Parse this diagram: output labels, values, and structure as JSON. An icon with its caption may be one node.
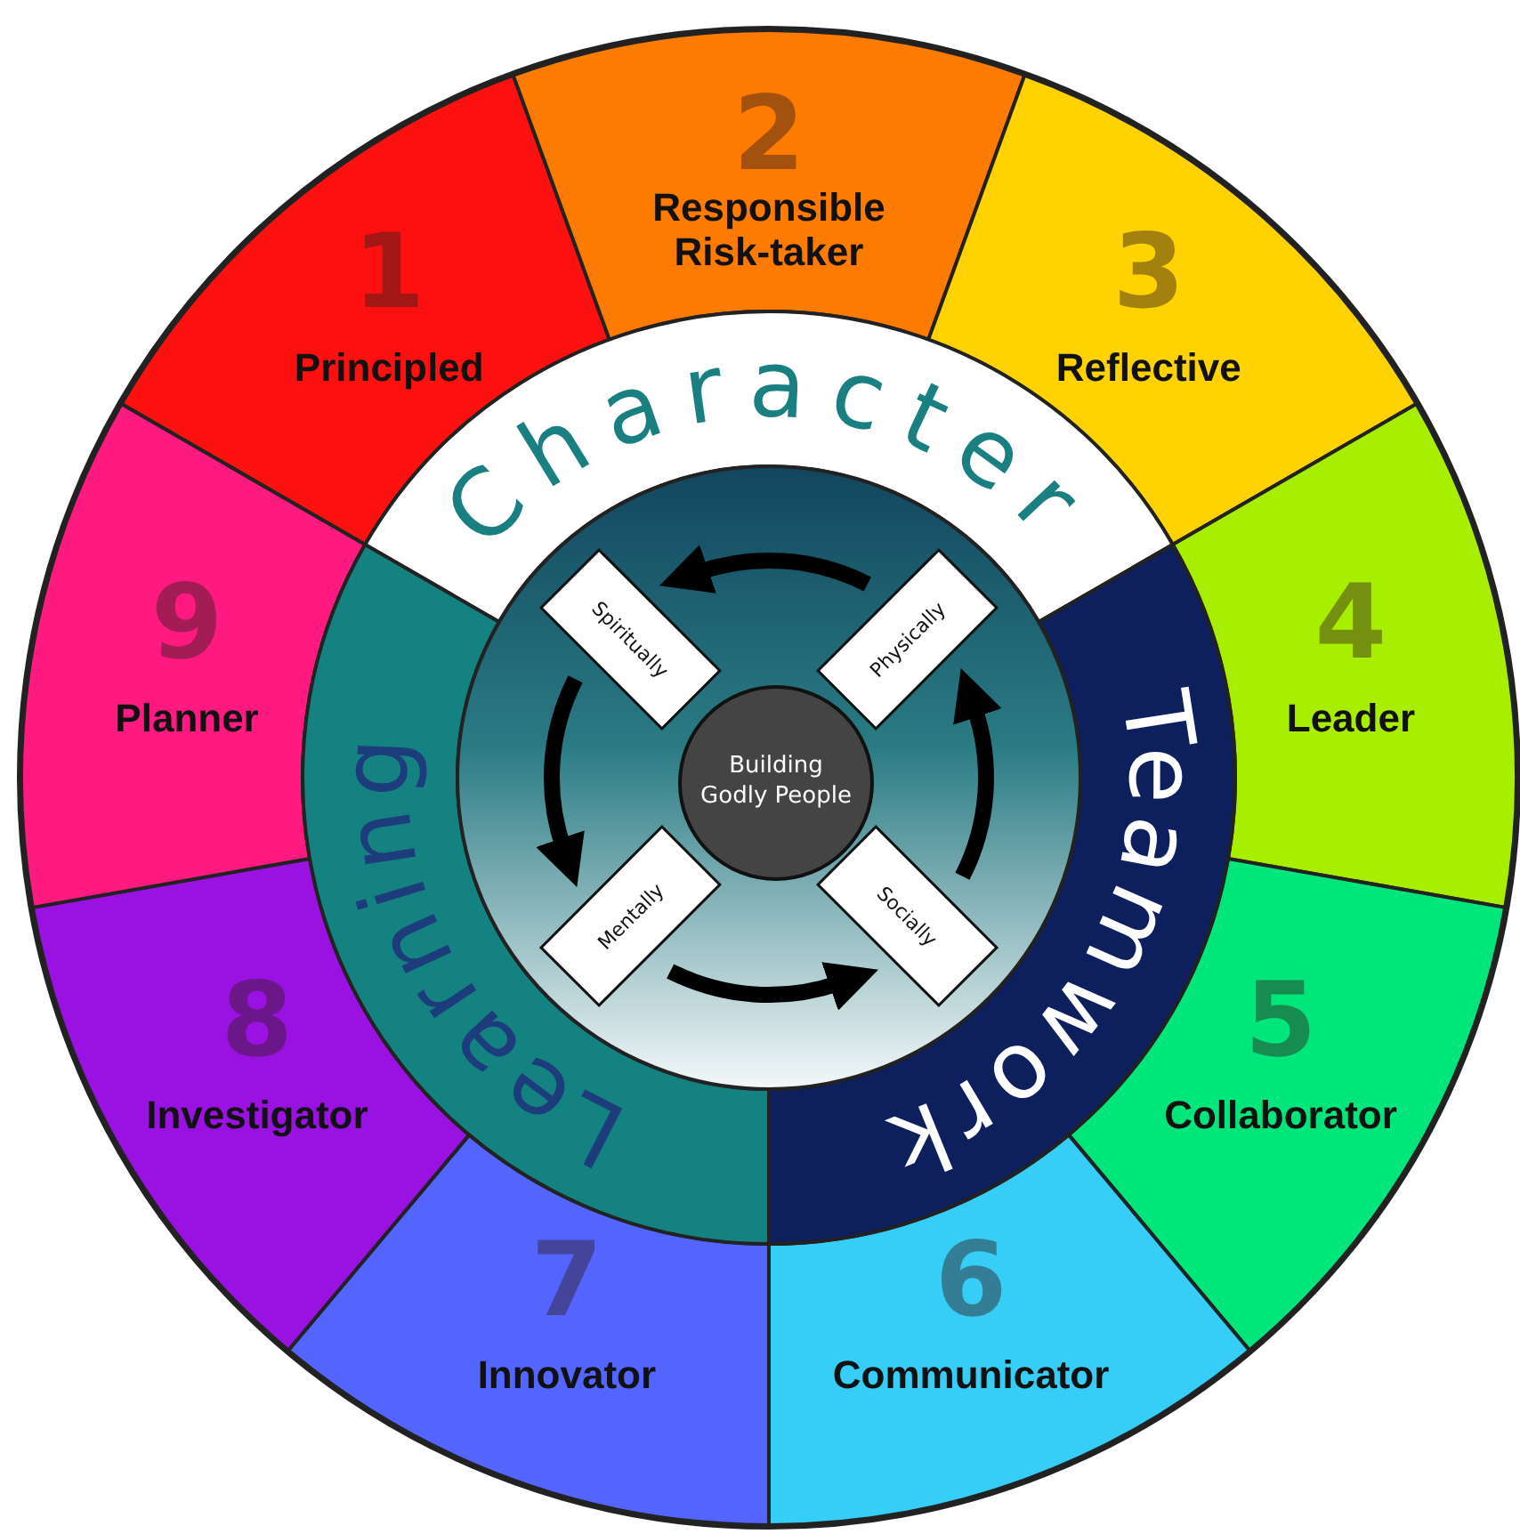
{
  "diagram": {
    "nodes": [
      {
        "text": [
          "1",
          "Principled"
        ]
      },
      {
        "text": [
          "2",
          "Responsible Risk-taker"
        ]
      },
      {
        "text": [
          "3",
          "Reflective"
        ]
      },
      {
        "text": [
          "4",
          "Leader"
        ]
      },
      {
        "text": [
          "5",
          "Collaborator"
        ]
      },
      {
        "text": [
          "6",
          "Communicator"
        ]
      },
      {
        "text": [
          "7",
          "Innovator"
        ]
      },
      {
        "text": [
          "8",
          "Investigator"
        ]
      },
      {
        "text": [
          "9",
          "Planner"
        ]
      },
      {
        "text": [
          "Character"
        ]
      },
      {
        "text": [
          "Teamwork"
        ]
      },
      {
        "text": [
          "Learning"
        ]
      },
      {
        "text": [
          "Spiritually"
        ]
      },
      {
        "text": [
          "Physically"
        ]
      },
      {
        "text": [
          "Mentally"
        ]
      },
      {
        "text": [
          "Socially"
        ]
      },
      {
        "text": [
          "Building Godly People"
        ]
      }
    ],
    "edges": [
      {
        "from": 13,
        "to": 12,
        "arrow": "to"
      },
      {
        "from": 12,
        "to": 14,
        "arrow": "to"
      },
      {
        "from": 14,
        "to": 15,
        "arrow": "to"
      },
      {
        "from": 15,
        "to": 13,
        "arrow": "to"
      }
    ]
  }
}
